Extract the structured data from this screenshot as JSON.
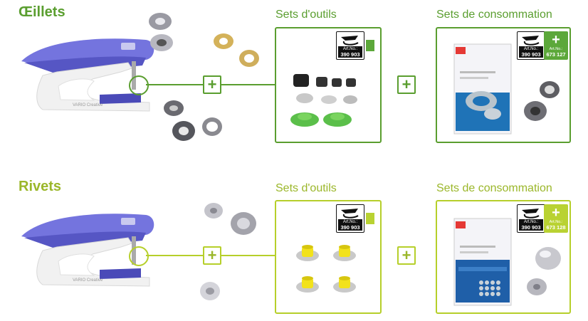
{
  "colors": {
    "green": "#5a9e2f",
    "lime": "#b6cf2a",
    "tool_purple": "#6a6ad8",
    "badge_green": "#5ca83a",
    "badge_lime": "#b9d232"
  },
  "rows": [
    {
      "title": "Œillets",
      "tool_name": "VARIO Creative",
      "tools_title": "Sets d'outils",
      "consumables_title": "Sets de consommation",
      "tools_badge": {
        "label": "Art.No.:",
        "number": "390 903"
      },
      "consumables_badge": {
        "label": "Art.No.:",
        "number": "390 903"
      },
      "consumables_plus_badge": {
        "plus": "+",
        "label": "Art.No.:",
        "number": "673 127"
      },
      "plus_symbol": "+"
    },
    {
      "title": "Rivets",
      "tool_name": "VARIO Creative",
      "tools_title": "Sets d'outils",
      "consumables_title": "Sets de consommation",
      "tools_badge": {
        "label": "Art.No.:",
        "number": "390 903"
      },
      "consumables_badge": {
        "label": "Art.No.:",
        "number": "390 903"
      },
      "consumables_plus_badge": {
        "plus": "+",
        "label": "Art.No.:",
        "number": "673 128"
      },
      "plus_symbol": "+"
    }
  ],
  "icons": {
    "pliers": "vario-pliers-icon",
    "grommet": "grommet-icon",
    "rivet": "rivet-icon",
    "die_set": "die-set-icon",
    "package": "package-icon"
  }
}
